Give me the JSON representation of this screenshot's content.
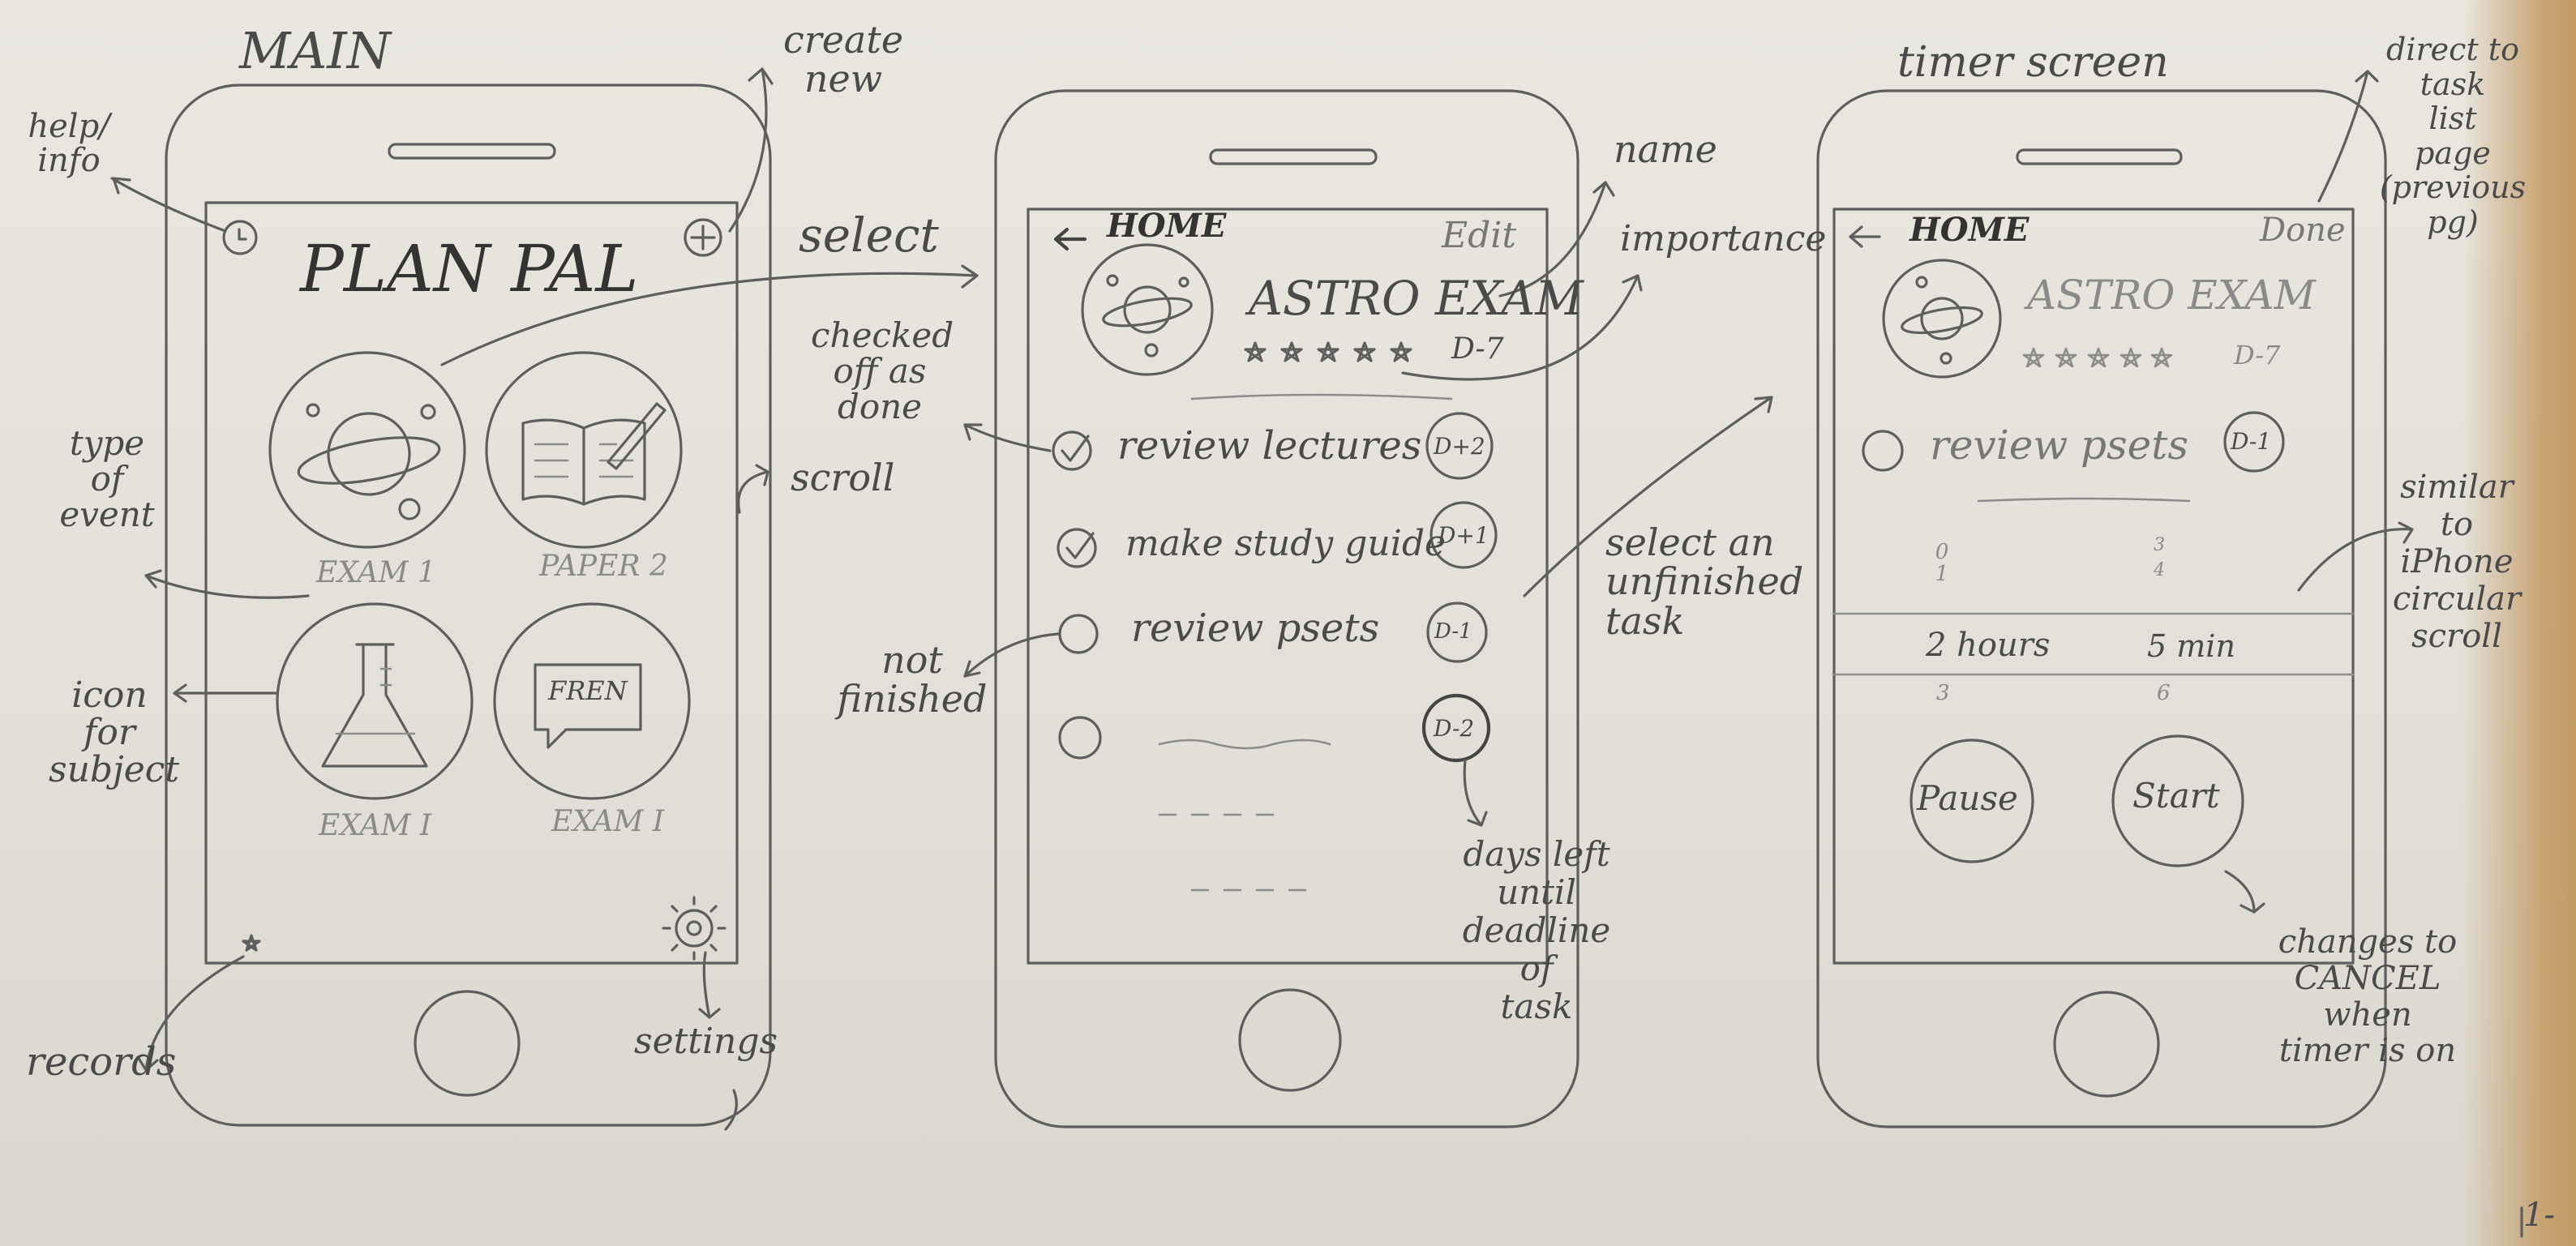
{
  "headings": {
    "main": "MAIN",
    "timer": "timer screen"
  },
  "main_screen": {
    "app_title": "PLAN PAL",
    "tiles": [
      {
        "label": "EXAM 1",
        "icon": "planet-icon"
      },
      {
        "label": "PAPER 2",
        "icon": "book-icon"
      },
      {
        "label": "EXAM I",
        "icon": "flask-icon"
      },
      {
        "label": "EXAM I",
        "icon": "speech-bubble-icon",
        "icon_text": "FREN"
      }
    ]
  },
  "task_screen": {
    "back_label": "HOME",
    "edit_label": "Edit",
    "event_name": "ASTRO EXAM",
    "event_days": "D-7",
    "tasks": [
      {
        "text": "review lectures",
        "days": "D+2",
        "checked": true
      },
      {
        "text": "make study guide",
        "days": "D+1",
        "checked": true
      },
      {
        "text": "review psets",
        "days": "D-1",
        "checked": false
      },
      {
        "text": "~~~~~",
        "days": "D-2",
        "checked": false
      }
    ]
  },
  "timer_screen": {
    "back_label": "HOME",
    "done_label": "Done",
    "event_name": "ASTRO EXAM",
    "event_days": "D-7",
    "task_text": "review psets",
    "task_days": "D-1",
    "picker": {
      "hours_above": [
        "0",
        "1"
      ],
      "minutes_above": [
        "3",
        "4"
      ],
      "hours_selected": "2 hours",
      "minutes_selected": "5 min",
      "hours_below": "3",
      "minutes_below": "6"
    },
    "pause_label": "Pause",
    "start_label": "Start"
  },
  "annotations": {
    "help_info": [
      "help/",
      "info"
    ],
    "create_new": [
      "create",
      "new"
    ],
    "select": "select",
    "type_of_event": [
      "type",
      "of",
      "event"
    ],
    "scroll": "scroll",
    "icon_for_subject": [
      "icon",
      "for",
      "subject"
    ],
    "records": "records",
    "settings": "settings",
    "checked_off": [
      "checked",
      "off as",
      "done"
    ],
    "not_finished": [
      "not",
      "finished"
    ],
    "name": "name",
    "importance": "importance",
    "select_unfinished": [
      "select an",
      "unfinished",
      "task"
    ],
    "days_left": [
      "days left",
      "until",
      "deadline",
      "of",
      "task"
    ],
    "direct_to": [
      "direct to",
      "task",
      "list",
      "page",
      "(previous",
      "pg)"
    ],
    "similar_to": [
      "similar",
      "to",
      "iPhone",
      "circular",
      "scroll"
    ],
    "changes_to": [
      "changes to",
      "CANCEL",
      "when",
      "timer is on"
    ],
    "page_number": "1-"
  }
}
